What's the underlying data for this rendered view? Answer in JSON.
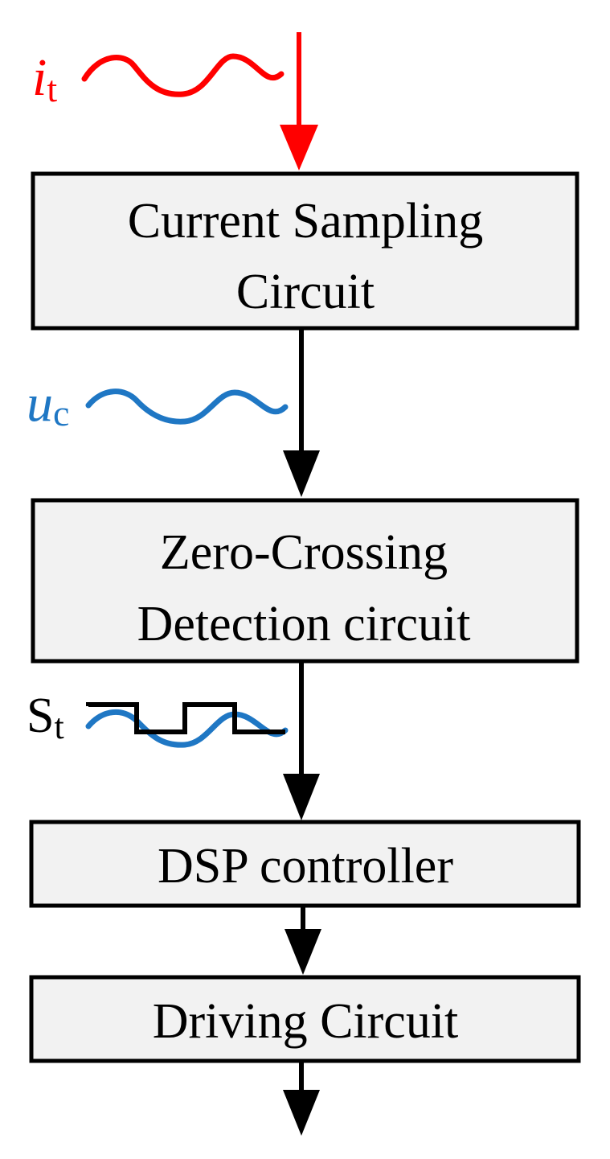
{
  "colors": {
    "current_signal": "#ff0000",
    "sampled_signal": "#1f77c4",
    "black": "#000000",
    "block_fill": "#f2f2f2"
  },
  "signals": {
    "input_current": {
      "symbol": "i",
      "subscript": "t"
    },
    "sampled_voltage": {
      "symbol": "u",
      "subscript": "c"
    },
    "square_wave": {
      "symbol": "S",
      "subscript": "t"
    }
  },
  "blocks": {
    "current_sampling": {
      "line1": "Current Sampling",
      "line2": "Circuit"
    },
    "zero_crossing": {
      "line1": "Zero-Crossing",
      "line2": "Detection circuit"
    },
    "dsp": {
      "line1": "DSP controller"
    },
    "driving": {
      "line1": "Driving Circuit"
    }
  }
}
